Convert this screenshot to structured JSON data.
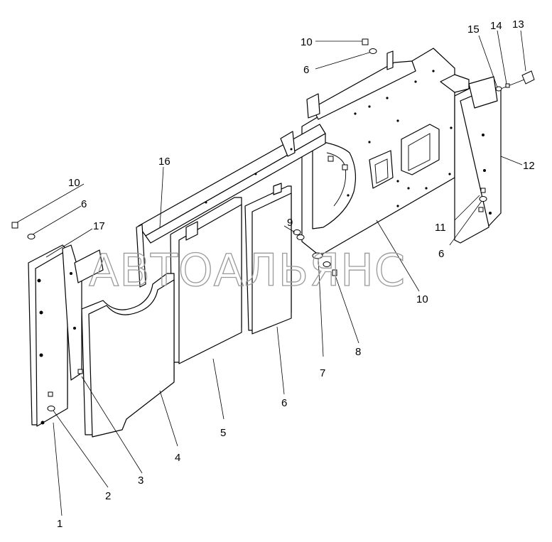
{
  "watermark": "АВТОАЛЬЯНС",
  "callouts": [
    {
      "id": "c1",
      "text": "1"
    },
    {
      "id": "c2",
      "text": "2"
    },
    {
      "id": "c3",
      "text": "3"
    },
    {
      "id": "c4",
      "text": "4"
    },
    {
      "id": "c5",
      "text": "5"
    },
    {
      "id": "c6a",
      "text": "6"
    },
    {
      "id": "c6b",
      "text": "6"
    },
    {
      "id": "c6c",
      "text": "6"
    },
    {
      "id": "c6d",
      "text": "6"
    },
    {
      "id": "c7",
      "text": "7"
    },
    {
      "id": "c8",
      "text": "8"
    },
    {
      "id": "c9",
      "text": "9"
    },
    {
      "id": "c10a",
      "text": "10"
    },
    {
      "id": "c10b",
      "text": "10"
    },
    {
      "id": "c10c",
      "text": "10"
    },
    {
      "id": "c11",
      "text": "11"
    },
    {
      "id": "c12",
      "text": "12"
    },
    {
      "id": "c13",
      "text": "13"
    },
    {
      "id": "c14",
      "text": "14"
    },
    {
      "id": "c15",
      "text": "15"
    },
    {
      "id": "c16",
      "text": "16"
    },
    {
      "id": "c17",
      "text": "17"
    }
  ]
}
